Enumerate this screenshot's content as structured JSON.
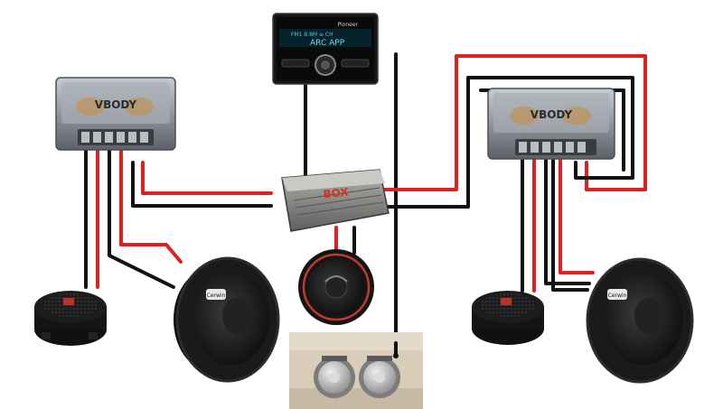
{
  "head_unit": {
    "brand": "Pioneer",
    "display_top": "FM1 8.8M  ≡ CH",
    "display_main": "ARC APP"
  },
  "crossovers": {
    "brand": "VBODY",
    "left_label": "",
    "right_label": ""
  },
  "amplifier": {
    "brand": "BOX"
  },
  "woofers": {
    "brand": "Cerwin"
  },
  "colors": {
    "positive_wire": "#e02020",
    "negative_wire": "#111111",
    "crossover_body": "#8d949b",
    "amp_body": "#8a8a88",
    "amp_logo": "#d5311f",
    "cone_red": "#c0392b",
    "tweeter_dome": "#b8332a",
    "photo_bg": "#d9ccb8"
  },
  "icons": [
    "head-unit-icon",
    "crossover-icon",
    "amplifier-icon",
    "tweeter-icon",
    "woofer-icon",
    "subwoofer-icon",
    "door-speaker-icon"
  ]
}
